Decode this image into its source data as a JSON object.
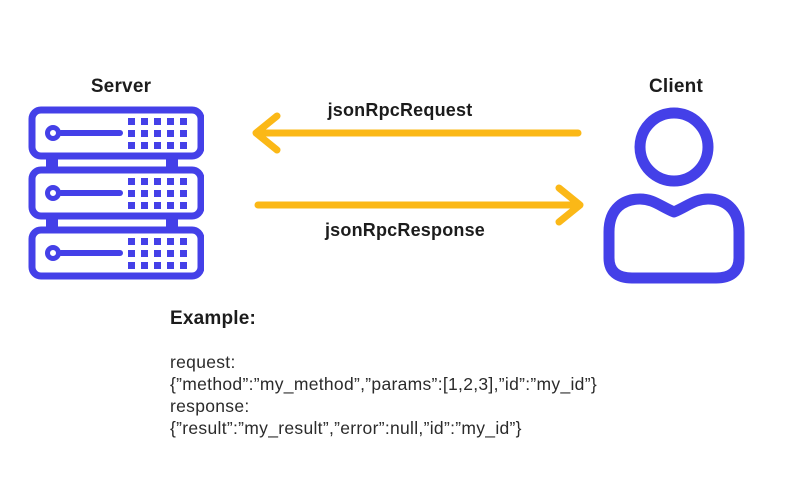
{
  "colors": {
    "background": "#ffffff",
    "icon_blue": "#4440E8",
    "arrow_yellow": "#FBB817",
    "label_text": "#1c1c1c",
    "code_text": "#2b2b2b"
  },
  "server": {
    "label": "Server",
    "icon": "server-rack-icon"
  },
  "client": {
    "label": "Client",
    "icon": "person-icon"
  },
  "arrows": {
    "request": {
      "label": "jsonRpcRequest",
      "direction": "right-to-left"
    },
    "response": {
      "label": "jsonRpcResponse",
      "direction": "left-to-right"
    }
  },
  "example": {
    "heading": "Example:",
    "lines": [
      "request:",
      "{”method”:”my_method”,”params”:[1,2,3],”id”:”my_id”}",
      "response:",
      "{”result”:”my_result”,”error”:null,”id”:”my_id”}"
    ]
  }
}
